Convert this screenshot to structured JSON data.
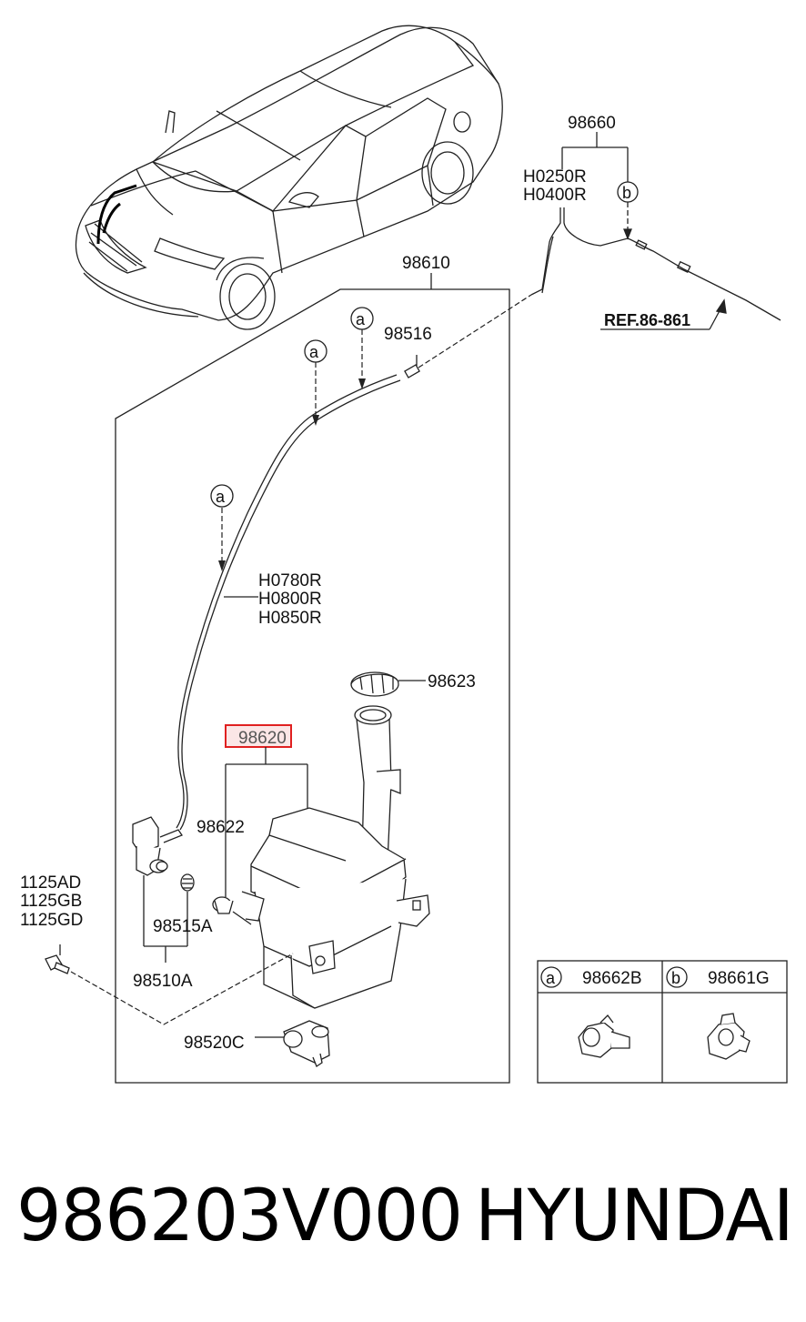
{
  "diagram": {
    "labels": {
      "p98660": "98660",
      "h0250r": "H0250R",
      "h0400r": "H0400R",
      "p98610": "98610",
      "ref": "REF.86-861",
      "p98516": "98516",
      "h0780r": "H0780R",
      "h0800r": "H0800R",
      "h0850r": "H0850R",
      "p98623": "98623",
      "p98620": "98620",
      "p98622": "98622",
      "p1125ad": "1125AD",
      "p1125gb": "1125GB",
      "p1125gd": "1125GD",
      "p98515a": "98515A",
      "p98510a": "98510A",
      "p98520c": "98520C"
    },
    "callouts": {
      "a": "a",
      "b": "b"
    },
    "legend": {
      "a_letter": "a",
      "a_part": "98662B",
      "b_letter": "b",
      "b_part": "98661G"
    },
    "highlight_color": "#e02020"
  },
  "footer": {
    "part_number": "986203V000",
    "brand": "HYUNDAI"
  }
}
